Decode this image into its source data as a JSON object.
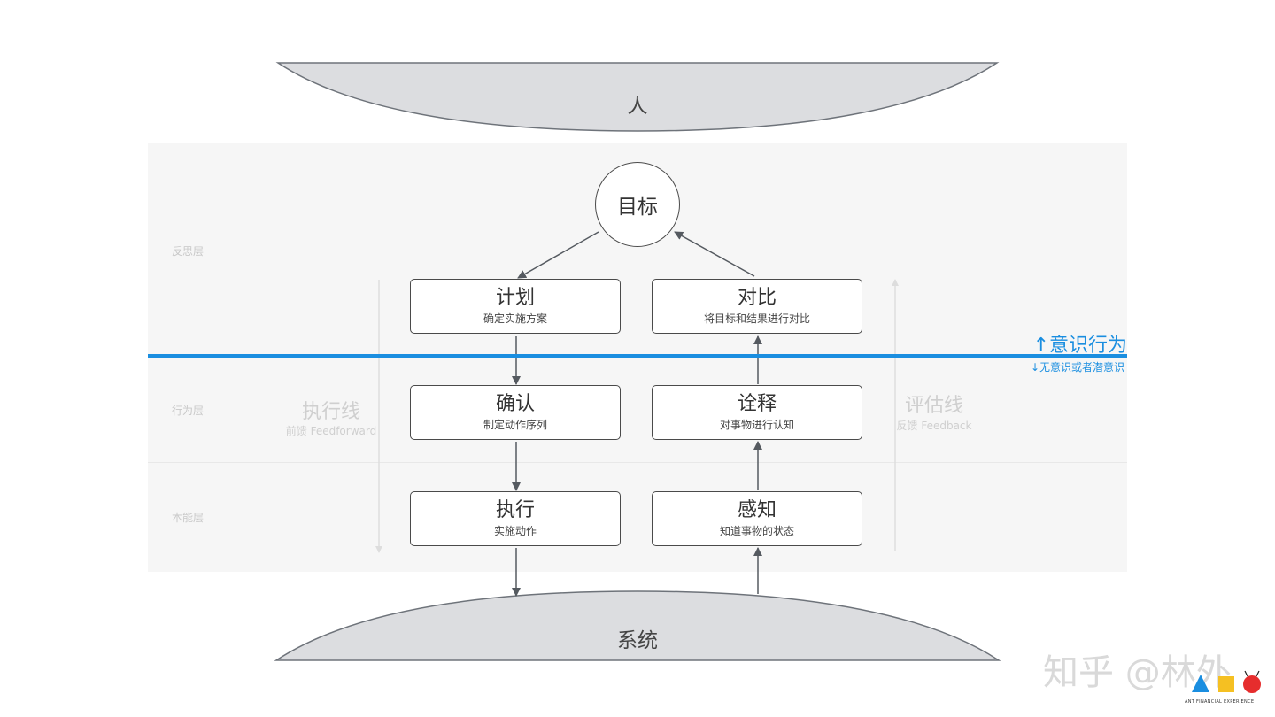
{
  "colors": {
    "accent": "#1a8ee0",
    "node_border": "#4a4a4a",
    "band_bg": "#f6f6f6",
    "blob_fill": "#dcdde0",
    "faint_text": "#cfcfcf"
  },
  "blobs": {
    "top": "人",
    "bottom": "系统"
  },
  "layers": {
    "reflective": "反思层",
    "behavioral": "行为层",
    "visceral": "本能层"
  },
  "goal": "目标",
  "nodes": {
    "plan": {
      "title": "计划",
      "sub": "确定实施方案"
    },
    "compare": {
      "title": "对比",
      "sub": "将目标和结果进行对比"
    },
    "specify": {
      "title": "确认",
      "sub": "制定动作序列"
    },
    "interpret": {
      "title": "诠释",
      "sub": "对事物进行认知"
    },
    "perform": {
      "title": "执行",
      "sub": "实施动作"
    },
    "perceive": {
      "title": "感知",
      "sub": "知道事物的状态"
    }
  },
  "execution": {
    "title": "执行线",
    "sub": "前馈 Feedforward"
  },
  "evaluation": {
    "title": "评估线",
    "sub": "反馈 Feedback"
  },
  "consciousness": {
    "up": "↑意识行为",
    "down": "↓无意识或者潜意识"
  },
  "watermark": "知乎 @林外",
  "brand": {
    "text": "ANT FINANCIAL EXPERIENCE",
    "icons": [
      "triangle-icon",
      "square-icon",
      "circle-icon"
    ]
  }
}
